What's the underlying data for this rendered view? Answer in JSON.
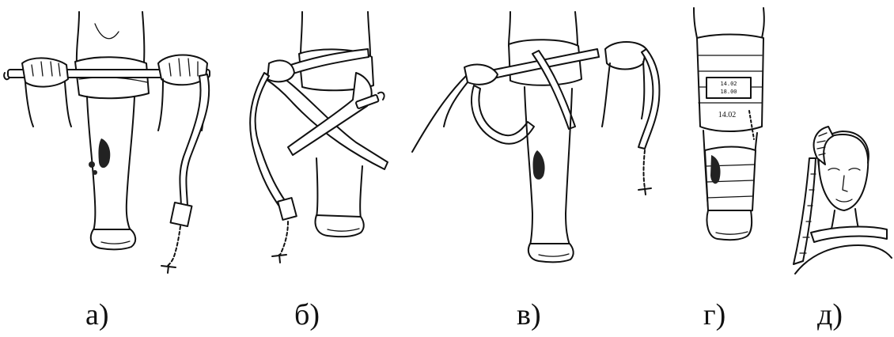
{
  "panels": [
    {
      "id": "a",
      "caption": "а)"
    },
    {
      "id": "b",
      "caption": "б)"
    },
    {
      "id": "v",
      "caption": "в)"
    },
    {
      "id": "g",
      "caption": "г)"
    },
    {
      "id": "d",
      "caption": "д)"
    }
  ],
  "tourniquet_note_lines": [
    "14.02",
    "18.00",
    "14.02"
  ]
}
